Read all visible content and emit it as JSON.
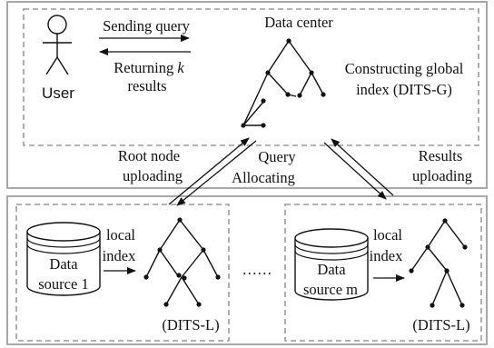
{
  "data_center": {
    "title": "Data center",
    "user_label": "User",
    "sending_query": "Sending query",
    "returning_line1": "Returning ",
    "returning_k": "k",
    "returning_line2": "results",
    "constructing_line1": "Constructing global",
    "constructing_line2": "index (DITS-G)"
  },
  "transfer": {
    "root_line1": "Root node",
    "root_line2": "uploading",
    "query_line1": "Query",
    "query_line2": "Allocating",
    "results_line1": "Results",
    "results_line2": "uploading"
  },
  "sources": [
    {
      "db_line1": "Data",
      "db_line2": "source 1",
      "index_line1": "local",
      "index_line2": "index",
      "tree_label": "(DITS-L)"
    },
    {
      "db_line1": "Data",
      "db_line2": "source m",
      "index_line1": "local",
      "index_line2": "index",
      "tree_label": "(DITS-L)"
    }
  ],
  "ellipsis": "……"
}
